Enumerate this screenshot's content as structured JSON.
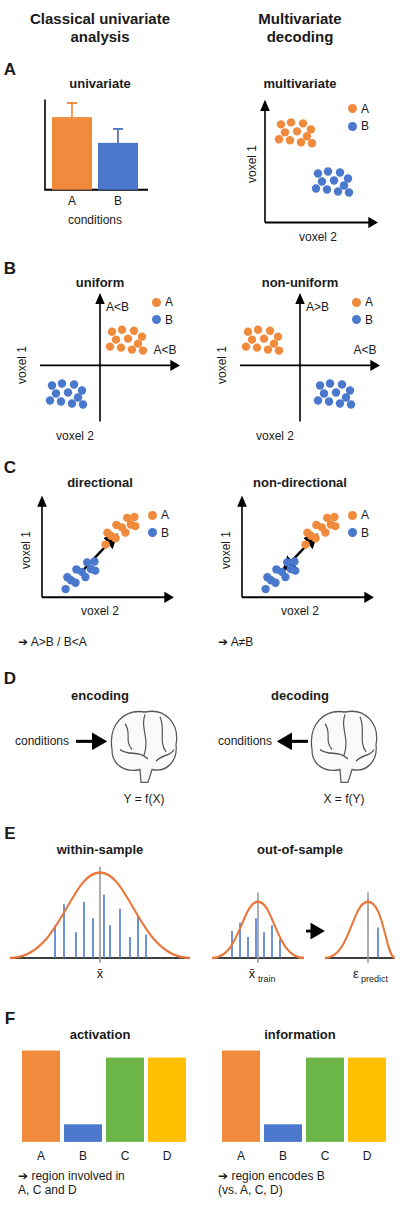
{
  "diagram": {
    "labels": [
      "Classical univariate analysis",
      "Multivariate decoding",
      "A",
      "univariate",
      "A",
      "B",
      "conditions",
      "multivariate",
      "voxel 1",
      "voxel 2",
      "B",
      "uniform",
      "A<B",
      "A<B",
      "voxel 1",
      "voxel 2",
      "non-uniform",
      "A>B",
      "A<B",
      "voxel 1",
      "voxel 2",
      "C",
      "directional",
      "voxel 1",
      "voxel 2",
      "➔ A>B / B<A",
      "non-directional",
      "voxel 1",
      "voxel 2",
      "➔ A≠B",
      "D",
      "encoding",
      "conditions",
      "Y = f(X)",
      "decoding",
      "conditions",
      "X = f(Y)",
      "E",
      "within-sample",
      "x̄",
      "out-of-sample",
      "x̄",
      "train",
      "ε",
      "predict",
      "F",
      "activation",
      "A",
      "B",
      "C",
      "D",
      "➔ region involved in A, C and D",
      "information",
      "A",
      "B",
      "C",
      "D",
      "➔ region encodes B (vs. A, C, D)"
    ],
    "legend": [
      {
        "text": "A",
        "color": "#f08a3c"
      },
      {
        "text": "B",
        "color": "#4a78cc"
      },
      {
        "text": "A",
        "color": "#f08a3c"
      },
      {
        "text": "B",
        "color": "#4a78cc"
      },
      {
        "text": "A",
        "color": "#f08a3c"
      },
      {
        "text": "B",
        "color": "#4a78cc"
      },
      {
        "text": "A",
        "color": "#f08a3c"
      },
      {
        "text": "B",
        "color": "#4a78cc"
      },
      {
        "text": "A",
        "color": "#f08a3c"
      },
      {
        "text": "B",
        "color": "#4a78cc"
      }
    ]
  }
}
